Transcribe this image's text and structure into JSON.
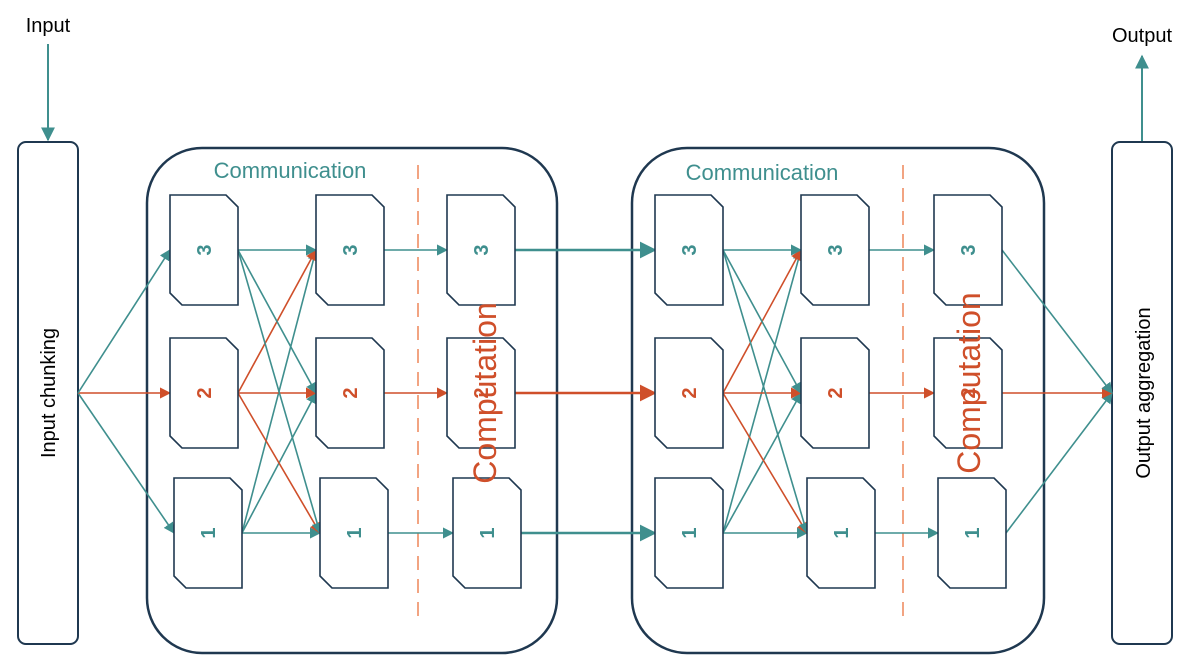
{
  "labels": {
    "input": "Input",
    "output": "Output",
    "input_chunking": "Input chunking",
    "output_aggregation": "Output aggregation"
  },
  "stages": [
    {
      "communication": "Communication",
      "computation": "Computation"
    },
    {
      "communication": "Communication",
      "computation": "Computation"
    }
  ],
  "chunks": [
    "1",
    "2",
    "3"
  ],
  "colors": {
    "teal": "#3f8f8e",
    "red": "#cf4f2a",
    "border": "#1f3850",
    "dashed": "#f2a482"
  }
}
